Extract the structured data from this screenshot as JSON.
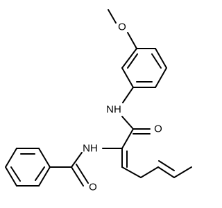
{
  "molecule": {
    "atom_labels": {
      "methoxy_oxygen": "O",
      "anilide_nh": "NH",
      "amide_oxygen": "O",
      "benzamide_nh": "NH",
      "benzoyl_oxygen": "O"
    }
  }
}
